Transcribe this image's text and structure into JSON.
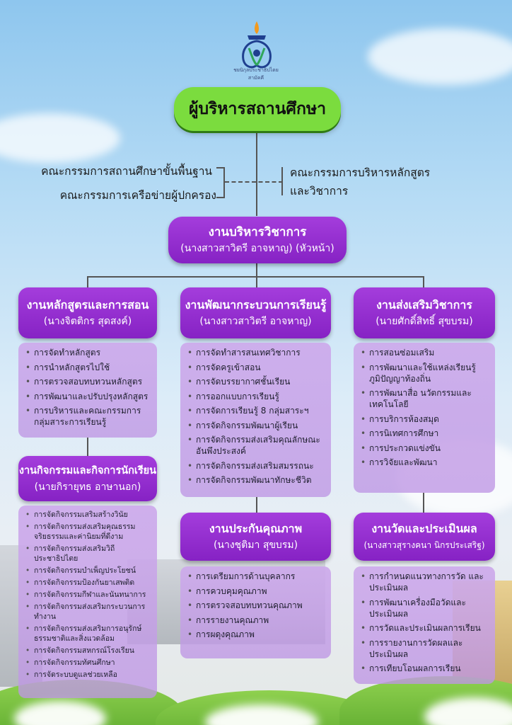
{
  "logo": {
    "icon": "school-emblem-icon",
    "text": "ชยนิกุลประชาธิปไตยสามัคคี"
  },
  "top": {
    "title": "ผู้บริหารสถานศึกษา"
  },
  "committees": {
    "left_1": "คณะกรรมการสถานศึกษาขั้นพื้นฐาน",
    "left_2": "คณะกรรมการเครือข่ายผู้ปกครอง",
    "right_1": "คณะกรรมการบริหารหลักสูตร",
    "right_2": "และวิชาการ"
  },
  "main": {
    "title": "งานบริหารวิชาการ",
    "subtitle": "(นางสาวสาวิตรี อาจหาญ) (หัวหน้า)"
  },
  "units": {
    "curriculum": {
      "title": "งานหลักสูตรและการสอน",
      "person": "(นางจิตติกร  สุดสงค์)",
      "items": [
        "การจัดทำหลักสูตร",
        "การนำหลักสูตรไปใช้",
        "การตรวจสอบทบทวนหลักสูตร",
        "การพัฒนาและปรับปรุงหลักสูตร",
        "การบริหารและคณะกรรมการ กลุ่มสาระการเรียนรู้"
      ]
    },
    "learning": {
      "title": "งานพัฒนากระบวนการเรียนรู้",
      "person": "(นางสาวสาวิตรี อาจหาญ)",
      "items": [
        "การจัดทำสารสนเทศวิชาการ",
        "การจัดครูเข้าสอน",
        "การจัดบรรยากาศชั้นเรียน",
        "การออกแบบการเรียนรู้",
        "การจัดการเรียนรู้ 8 กลุ่มสาระฯ",
        "การจัดกิจกรรมพัฒนาผู้เรียน",
        "การจัดกิจกรรมส่งเสริมคุณลักษณะ อันพึงประสงค์",
        "การจัดกิจกรรมส่งเสริมสมรรถนะ",
        "การจัดกิจกรรมพัฒนาทักษะชีวิต"
      ]
    },
    "promotion": {
      "title": "งานส่งเสริมวิชาการ",
      "person": "(นายศักดิ์สิทธิ์  สุขบรม)",
      "items": [
        "การสอนซ่อมเสริม",
        "การพัฒนาและใช้แหล่งเรียนรู้ ภูมิปัญญาท้องถิ่น",
        "การพัฒนาสื่อ นวัตกรรมและ เทคโนโลยี",
        "การบริการห้องสมุด",
        "การนิเทศการศึกษา",
        "การประกวดแข่งขัน",
        "การวิจัยและพัฒนา"
      ]
    },
    "activities": {
      "title": "งานกิจกรรมและกิจการนักเรียน",
      "person": "(นายกิรายุทธ  อาษานอก)",
      "items": [
        "การจัดกิจกรรมเสริมสร้างวินัย",
        "การจัดกิจกรรมส่งเสริมคุณธรรม จริยธรรมและค่านิยมที่ดีงาม",
        "การจัดกิจกรรมส่งเสริมวิถีประชาธิปไตย",
        "การจัดกิจกรรมบำเพ็ญประโยชน์",
        "การจัดกิจกรรมป้องกันยาเสพติด",
        "การจัดกิจกรรมกีฬาและนันทนาการ",
        "การจัดกิจกรรมส่งเสริมกระบวนการ ทำงาน",
        "การจัดกิจกรรมส่งเสริมการอนุรักษ์ ธรรมชาติและสิ่งแวดล้อม",
        "การจัดกิจกรรมสหกรณ์โรงเรียน",
        "การจัดกิจกรรมทัศนศึกษา",
        "การจัดระบบดูแลช่วยเหลือ"
      ]
    },
    "quality": {
      "title": "งานประกันคุณภาพ",
      "person": "(นางชุติมา  สุขบรม)",
      "items": [
        "การเตรียมการด้านบุคลากร",
        "การควบคุมคุณภาพ",
        "การตรวจสอบทบทวนคุณภาพ",
        "การรายงานคุณภาพ",
        "การผดุงคุณภาพ"
      ]
    },
    "evaluation": {
      "title": "งานวัดและประเมินผล",
      "person": "(นางสาวสุรางคนา  นิกรประเสริฐ)",
      "items": [
        "การกำหนดแนวทางการวัด และประเมินผล",
        "การพัฒนาเครื่องมือวัดและ ประเมินผล",
        "การวัดและประเมินผลการเรียน",
        "การรายงานการวัดผลและ ประเมินผล",
        "การเทียบโอนผลการเรียน"
      ]
    }
  },
  "colors": {
    "primary_box": "#7bdc3e",
    "unit_box": "#9b32d6",
    "panel": "#c9a6ea",
    "connector": "#555555"
  }
}
